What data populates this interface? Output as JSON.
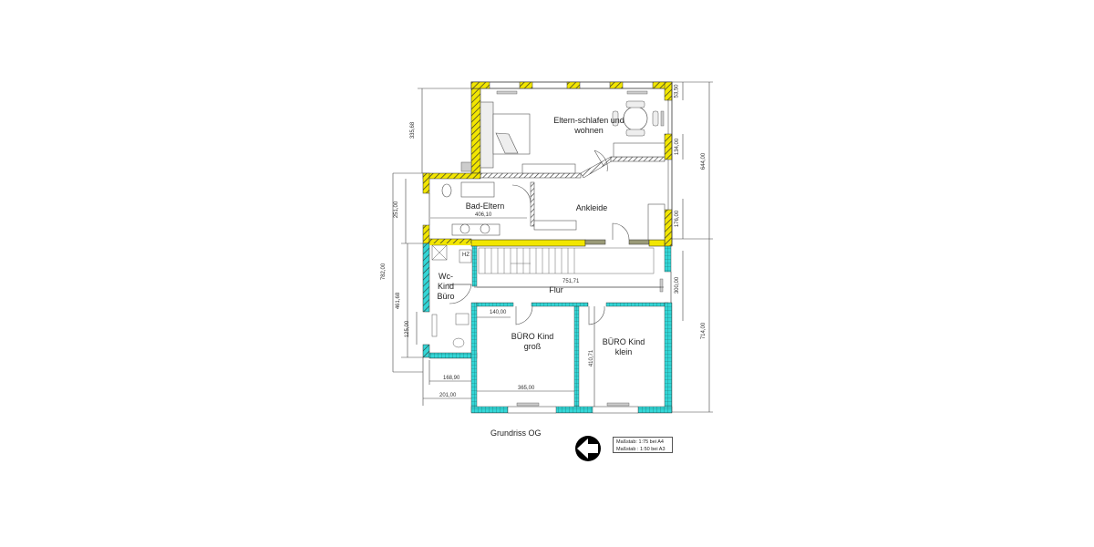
{
  "plan": {
    "title": "Grundriss OG",
    "scale_lines": [
      "Maßstab: 1:75  bei A4",
      "Maßstab : 1:50 bei A3"
    ],
    "north_label": "N",
    "colors": {
      "existing_wall": "#f2e600",
      "new_wall": "#33d6d6",
      "line": "#333333"
    }
  },
  "rooms": {
    "eltern": "Eltern-schlafen und wohnen",
    "bad": "Bad-Eltern",
    "bad_dim": "406,10",
    "ankleide": "Ankleide",
    "wc": "Wc-Kind Büro",
    "flur": "Flur",
    "flur_dim": "751,71",
    "buero_gross": "BÜRO Kind groß",
    "buero_klein": "BÜRO Kind klein",
    "hz": "HZ"
  },
  "dimensions": {
    "left": [
      "335,68",
      "251,00",
      "782,00",
      "461,68",
      "125,00"
    ],
    "bottom": [
      "168,90",
      "201,00",
      "365,00",
      "140,00",
      "410,71"
    ],
    "right": [
      "53,50",
      "134,00",
      "176,00",
      "644,00",
      "300,00",
      "714,00"
    ]
  }
}
